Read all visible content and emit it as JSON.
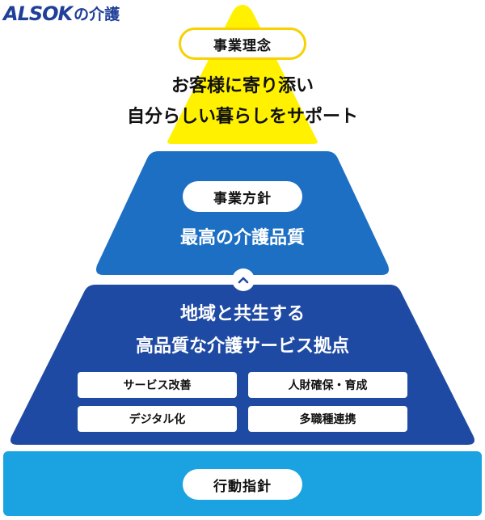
{
  "logo": {
    "main": "ALSOK",
    "sub": "の介護"
  },
  "philosophy": {
    "label": "事業理念",
    "line1": "お客様に寄り添い",
    "line2": "自分らしい暮らしをサポート"
  },
  "policy": {
    "label": "事業方針",
    "text": "最高の介護品質"
  },
  "base": {
    "line1": "地域と共生する",
    "line2": "高品質な介護サービス拠点",
    "items": [
      "サービス改善",
      "人財確保・育成",
      "デジタル化",
      "多職種連携"
    ]
  },
  "guideline": {
    "label": "行動指針"
  },
  "colors": {
    "yellow": "#fff100",
    "mid_blue": "#1d6fc4",
    "dark_blue": "#1f4aa3",
    "light_blue": "#1aa3e0",
    "logo_blue": "#1f3f98"
  }
}
